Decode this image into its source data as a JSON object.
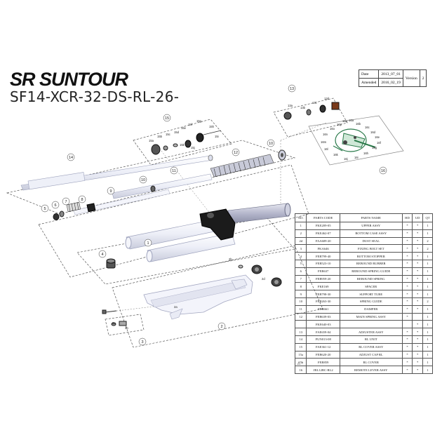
{
  "header": {
    "brand": "SR SUNTOUR",
    "model": "SF14-XCR-32-DS-RL-26-"
  },
  "revision": {
    "date_label": "Date",
    "date_value": "2013_07_01",
    "amended_label": "Amended",
    "amended_value": "2016_02_19",
    "version_label": "Version",
    "version_value": "2"
  },
  "parts_table": {
    "headers": [
      "NO.",
      "PARTS CODE",
      "PARTS NAME",
      "HD",
      "UD",
      "QT"
    ],
    "rows": [
      [
        "1",
        "FKE209-05",
        "UPPER ASSY",
        "*",
        "*",
        "1"
      ],
      [
        "2",
        "FKE462-07",
        "BOTTOM CASE ASSY",
        "*",
        "*",
        "1"
      ],
      [
        "2d",
        "FAA609-20",
        "DUST SEAL",
        "*",
        "*",
        "2"
      ],
      [
        "3",
        "FKA646",
        "FIXING BOLT SET",
        "*",
        "*",
        "2"
      ],
      [
        "4",
        "FEB799-40",
        "BOTTOM STOPPER",
        "*",
        "*",
        "1"
      ],
      [
        "5",
        "FEB523-10",
        "REBOUND RUBBER",
        "*",
        "*",
        "1"
      ],
      [
        "6",
        "FEB637",
        "REBOUND SPRING GUIDE",
        "*",
        "*",
        "1"
      ],
      [
        "7",
        "FEB959-20",
        "REBOUND SPRING",
        "*",
        "*",
        "1"
      ],
      [
        "8",
        "FKE169",
        "SPACER",
        "*",
        "*",
        "1"
      ],
      [
        "9",
        "FEB798-30",
        "SUPPORT TUBE",
        "*",
        "*",
        "1"
      ],
      [
        "10",
        "FEB263-30",
        "SPRING GUIDE",
        "*",
        "*",
        "2"
      ],
      [
        "11",
        "FEB661",
        "DAMPER",
        "*",
        "*",
        "1"
      ],
      [
        "12",
        "FEB639-03",
        "MAIN SPRING ASSY",
        "*",
        "",
        "1"
      ],
      [
        "",
        "FKE640-03",
        "",
        "",
        "*",
        "1"
      ],
      [
        "13",
        "FAE659-04",
        "ADJUSTER ASSY",
        "*",
        "*",
        "1"
      ],
      [
        "14",
        "FUN013-08",
        "RL UNIT",
        "*",
        "*",
        "1"
      ],
      [
        "15",
        "FAE361-12",
        "RL COVER ASSY",
        "*",
        "*",
        "1"
      ],
      [
        "15a",
        "FEB620-20",
        "ADJUST CAP RL",
        "*",
        "*",
        "1"
      ],
      [
        "15b",
        "FEB859",
        "RL COVER",
        "*",
        "*",
        "1"
      ],
      [
        "16",
        "JRL12BC-RL2",
        "REMOTE LEVER ASSY",
        "*",
        "*",
        "1"
      ]
    ]
  },
  "callouts": {
    "c1": "1",
    "c2": "2",
    "c2a": "2a",
    "c2b": "2b",
    "c2d": "2d",
    "c3": "3",
    "c3a": "3a",
    "c3b": "3b",
    "c4": "4",
    "c5": "5",
    "c6": "6",
    "c7": "7",
    "c8": "8",
    "c9": "9",
    "c10": "10",
    "c11": "11",
    "c12": "12",
    "c13": "13",
    "c13a": "13a",
    "c13b": "13b",
    "c13c": "13c",
    "c13d": "13d",
    "c14": "14",
    "c15": "15",
    "c15a": "15a",
    "c15b": "15b",
    "c15c": "15c",
    "c15d": "15d",
    "c15e": "15e",
    "c15f": "15f",
    "c15g": "15g",
    "c15h": "15h",
    "c15i": "15i",
    "c15j": "15j",
    "c15k": "15k",
    "c16": "16",
    "c16a": "16a",
    "c16b": "16b",
    "c16c": "16c",
    "c16d": "16d",
    "c16e": "16e",
    "c16f": "16f",
    "c16g": "16g",
    "c16h": "16h",
    "c16i": "16i",
    "c16j": "16j",
    "c16k": "16k",
    "c16l": "16l",
    "c16m": "16m",
    "c16n": "16n",
    "c16o": "16o",
    "c16p": "16p",
    "c16q": "16q"
  },
  "revision_mark": "⚠",
  "colors": {
    "tube_light": "#e8eaf4",
    "tube_stroke": "#8a8fa8",
    "crown": "#1a1a1a",
    "stanchion": "#b9bbd0",
    "remote_green": "#2a7a4a"
  }
}
